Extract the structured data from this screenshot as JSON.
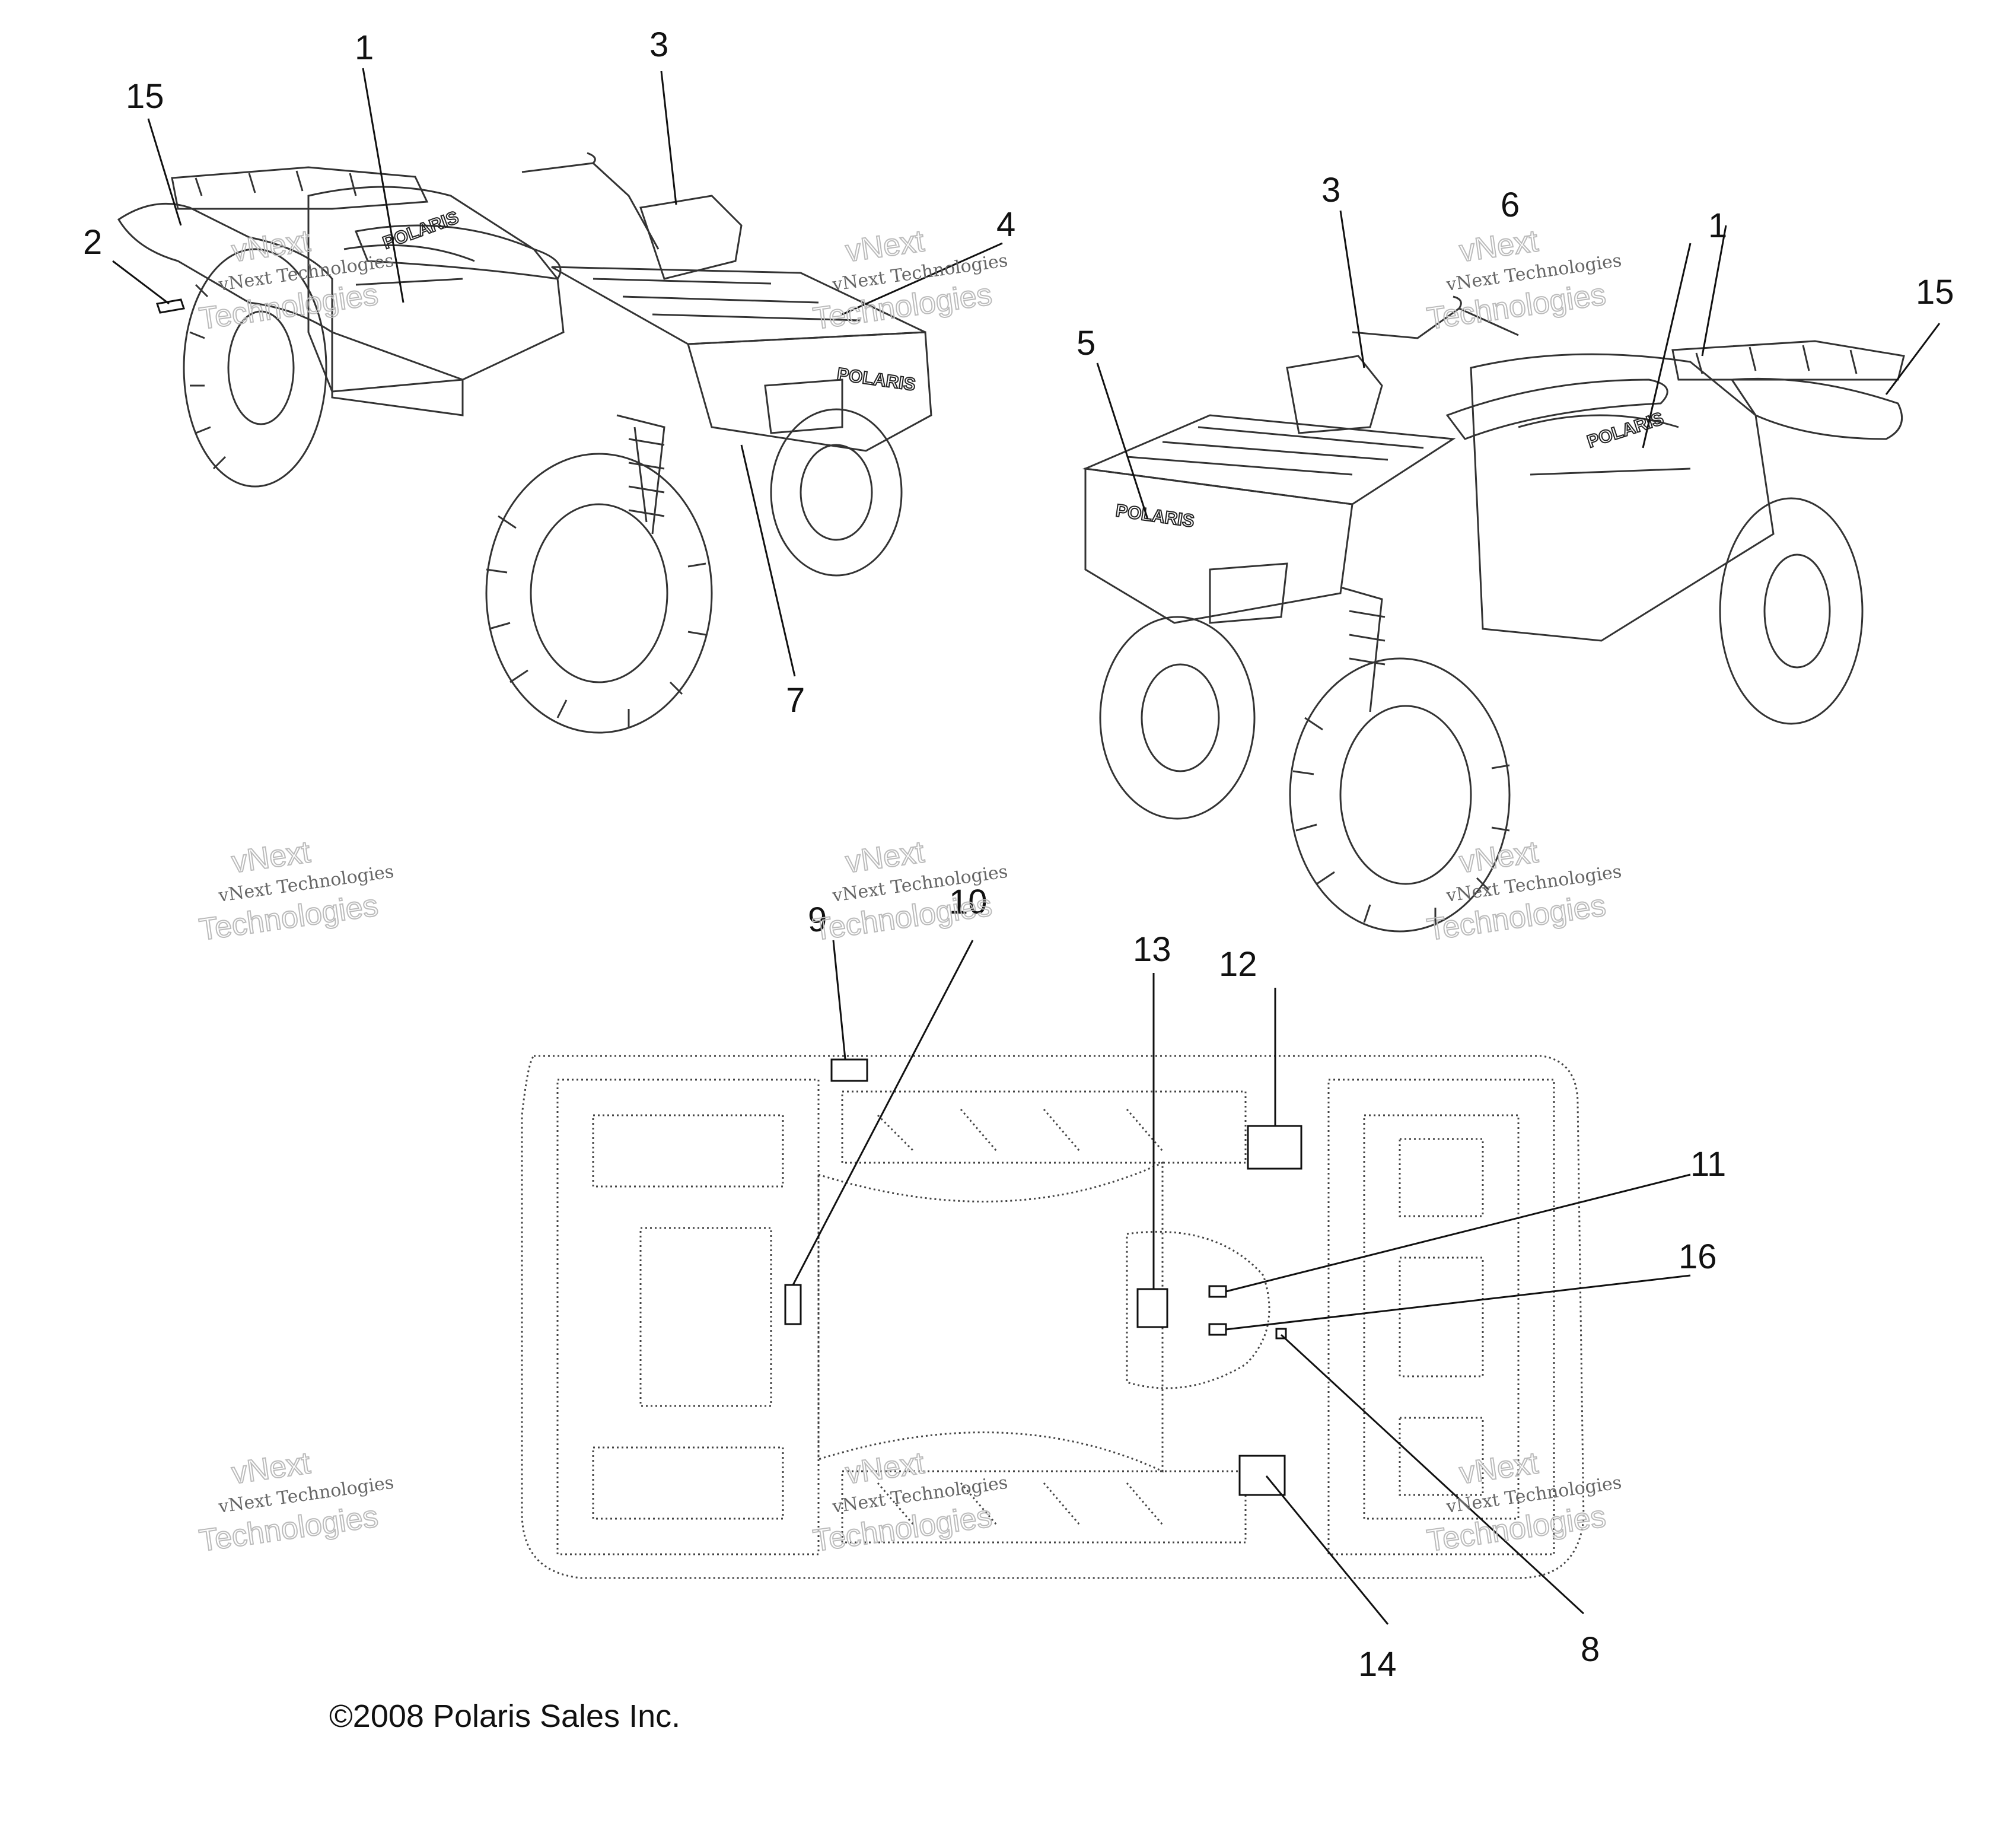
{
  "callouts": {
    "c1_left": "1",
    "c2": "2",
    "c3_left": "3",
    "c4": "4",
    "c5": "5",
    "c6": "6",
    "c7": "7",
    "c8": "8",
    "c9": "9",
    "c10": "10",
    "c11": "11",
    "c12": "12",
    "c13": "13",
    "c14": "14",
    "c15_left": "15",
    "c15_right": "15",
    "c16": "16",
    "c1_right": "1",
    "c3_right": "3"
  },
  "brand_logo": "POLARIS",
  "watermark": {
    "line1": "vNext Technologies",
    "line2": "vNext",
    "line3": "Technologies"
  },
  "copyright": "©2008 Polaris Sales Inc."
}
